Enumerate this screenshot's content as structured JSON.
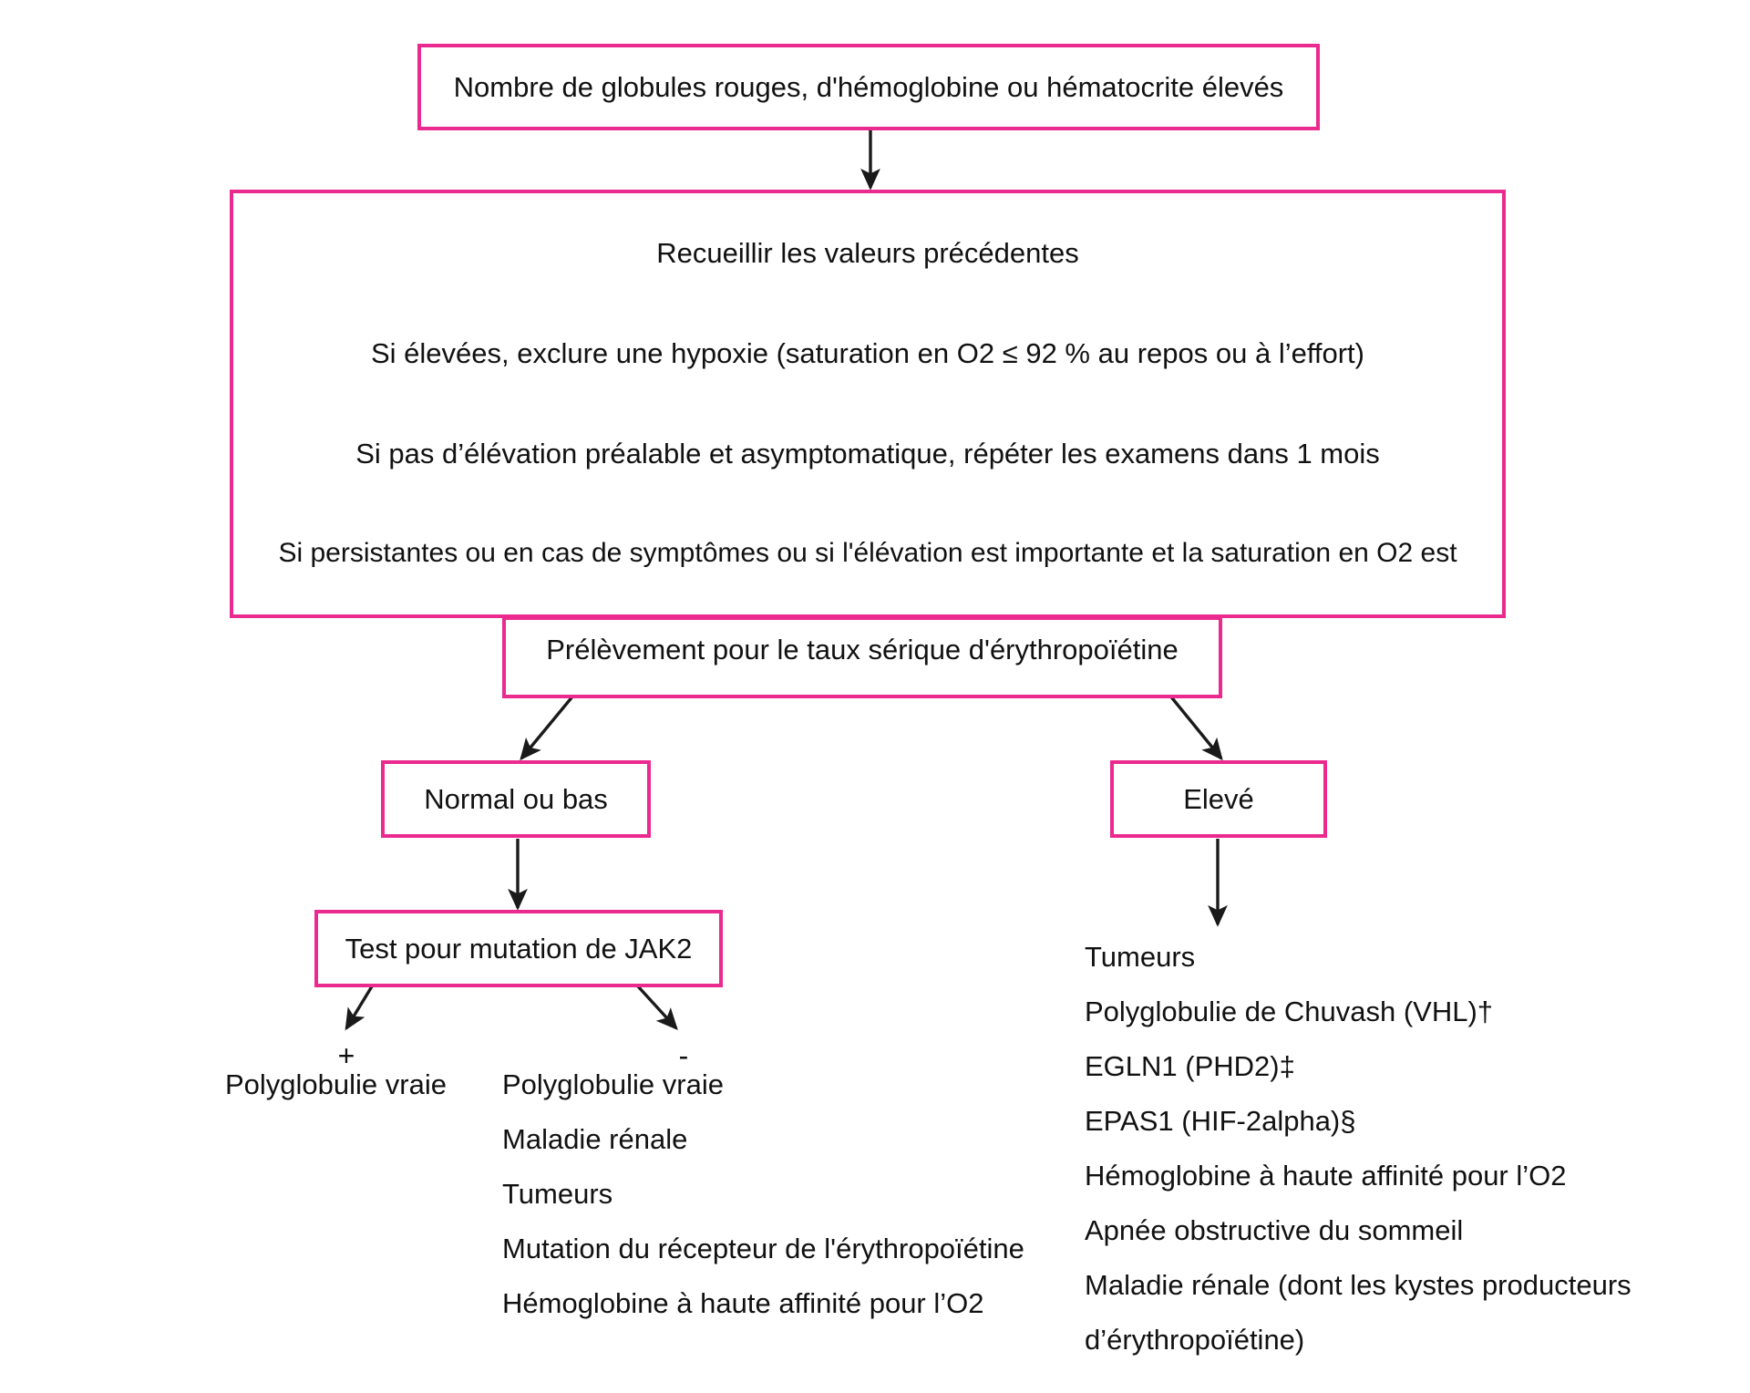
{
  "diagram": {
    "title_box": {
      "label": "Nombre de globules rouges, d'hémoglobine ou hématocrite élevés"
    },
    "workup_box": {
      "lines": [
        "Recueillir les valeurs précédentes",
        "Si élevées, exclure une hypoxie (saturation en O2 ≤ 92 % au repos ou à l’effort)",
        "Si pas d’élévation préalable et asymptomatique, répéter les examens dans 1 mois",
        "Si persistantes ou en cas de symptômes ou si l'élévation est importante et la saturation en O2 est"
      ]
    },
    "epo_box": {
      "label": "Prélèvement pour le taux sérique d'érythropoïétine"
    },
    "branch_left_box": {
      "label": "Normal ou bas"
    },
    "branch_right_box": {
      "label": "Elevé"
    },
    "jak2_box": {
      "label": "Test pour mutation de JAK2"
    },
    "jak2_positive": {
      "sign": "+",
      "items": [
        "Polyglobulie vraie"
      ]
    },
    "jak2_negative": {
      "sign": "-",
      "items": [
        "Polyglobulie vraie",
        "Maladie rénale",
        "Tumeurs",
        "Mutation du récepteur de l'érythropoïétine",
        "Hémoglobine à haute affinité pour l’O2"
      ]
    },
    "elevated_causes": {
      "items": [
        "Tumeurs",
        "Polyglobulie de Chuvash (VHL)†",
        "EGLN1 (PHD2)‡",
        "EPAS1 (HIF-2alpha)§",
        "Hémoglobine à haute affinité pour l’O2",
        "Apnée obstructive du sommeil",
        "Maladie rénale (dont les kystes producteurs",
        "d’érythropoïétine)"
      ]
    },
    "colors": {
      "box_border": "#ea2a8f",
      "arrow": "#1a1a1a",
      "text": "#111111",
      "background": "#ffffff"
    }
  }
}
